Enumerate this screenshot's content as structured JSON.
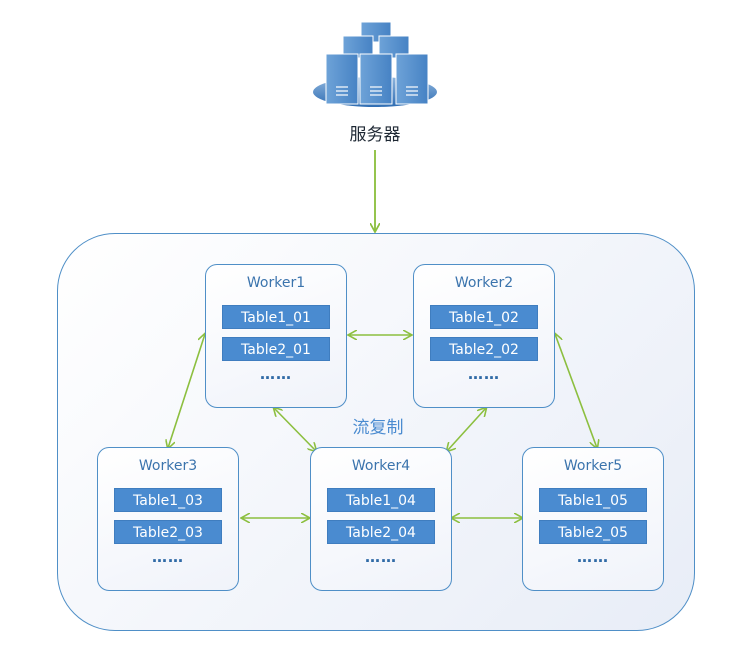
{
  "server": {
    "label": "服务器",
    "icon": "server-cluster-icon"
  },
  "stream_label": "流复制",
  "workers": [
    {
      "name": "Worker1",
      "tables": [
        "Table1_01",
        "Table2_01"
      ],
      "more": "……"
    },
    {
      "name": "Worker2",
      "tables": [
        "Table1_02",
        "Table2_02"
      ],
      "more": "……"
    },
    {
      "name": "Worker3",
      "tables": [
        "Table1_03",
        "Table2_03"
      ],
      "more": "……"
    },
    {
      "name": "Worker4",
      "tables": [
        "Table1_04",
        "Table2_04"
      ],
      "more": "……"
    },
    {
      "name": "Worker5",
      "tables": [
        "Table1_05",
        "Table2_05"
      ],
      "more": "……"
    }
  ],
  "colors": {
    "border": "#4f8fc7",
    "table_fill": "#4a8bd0",
    "arrow": "#8cbf3f",
    "label_blue": "#4a8bd0"
  }
}
